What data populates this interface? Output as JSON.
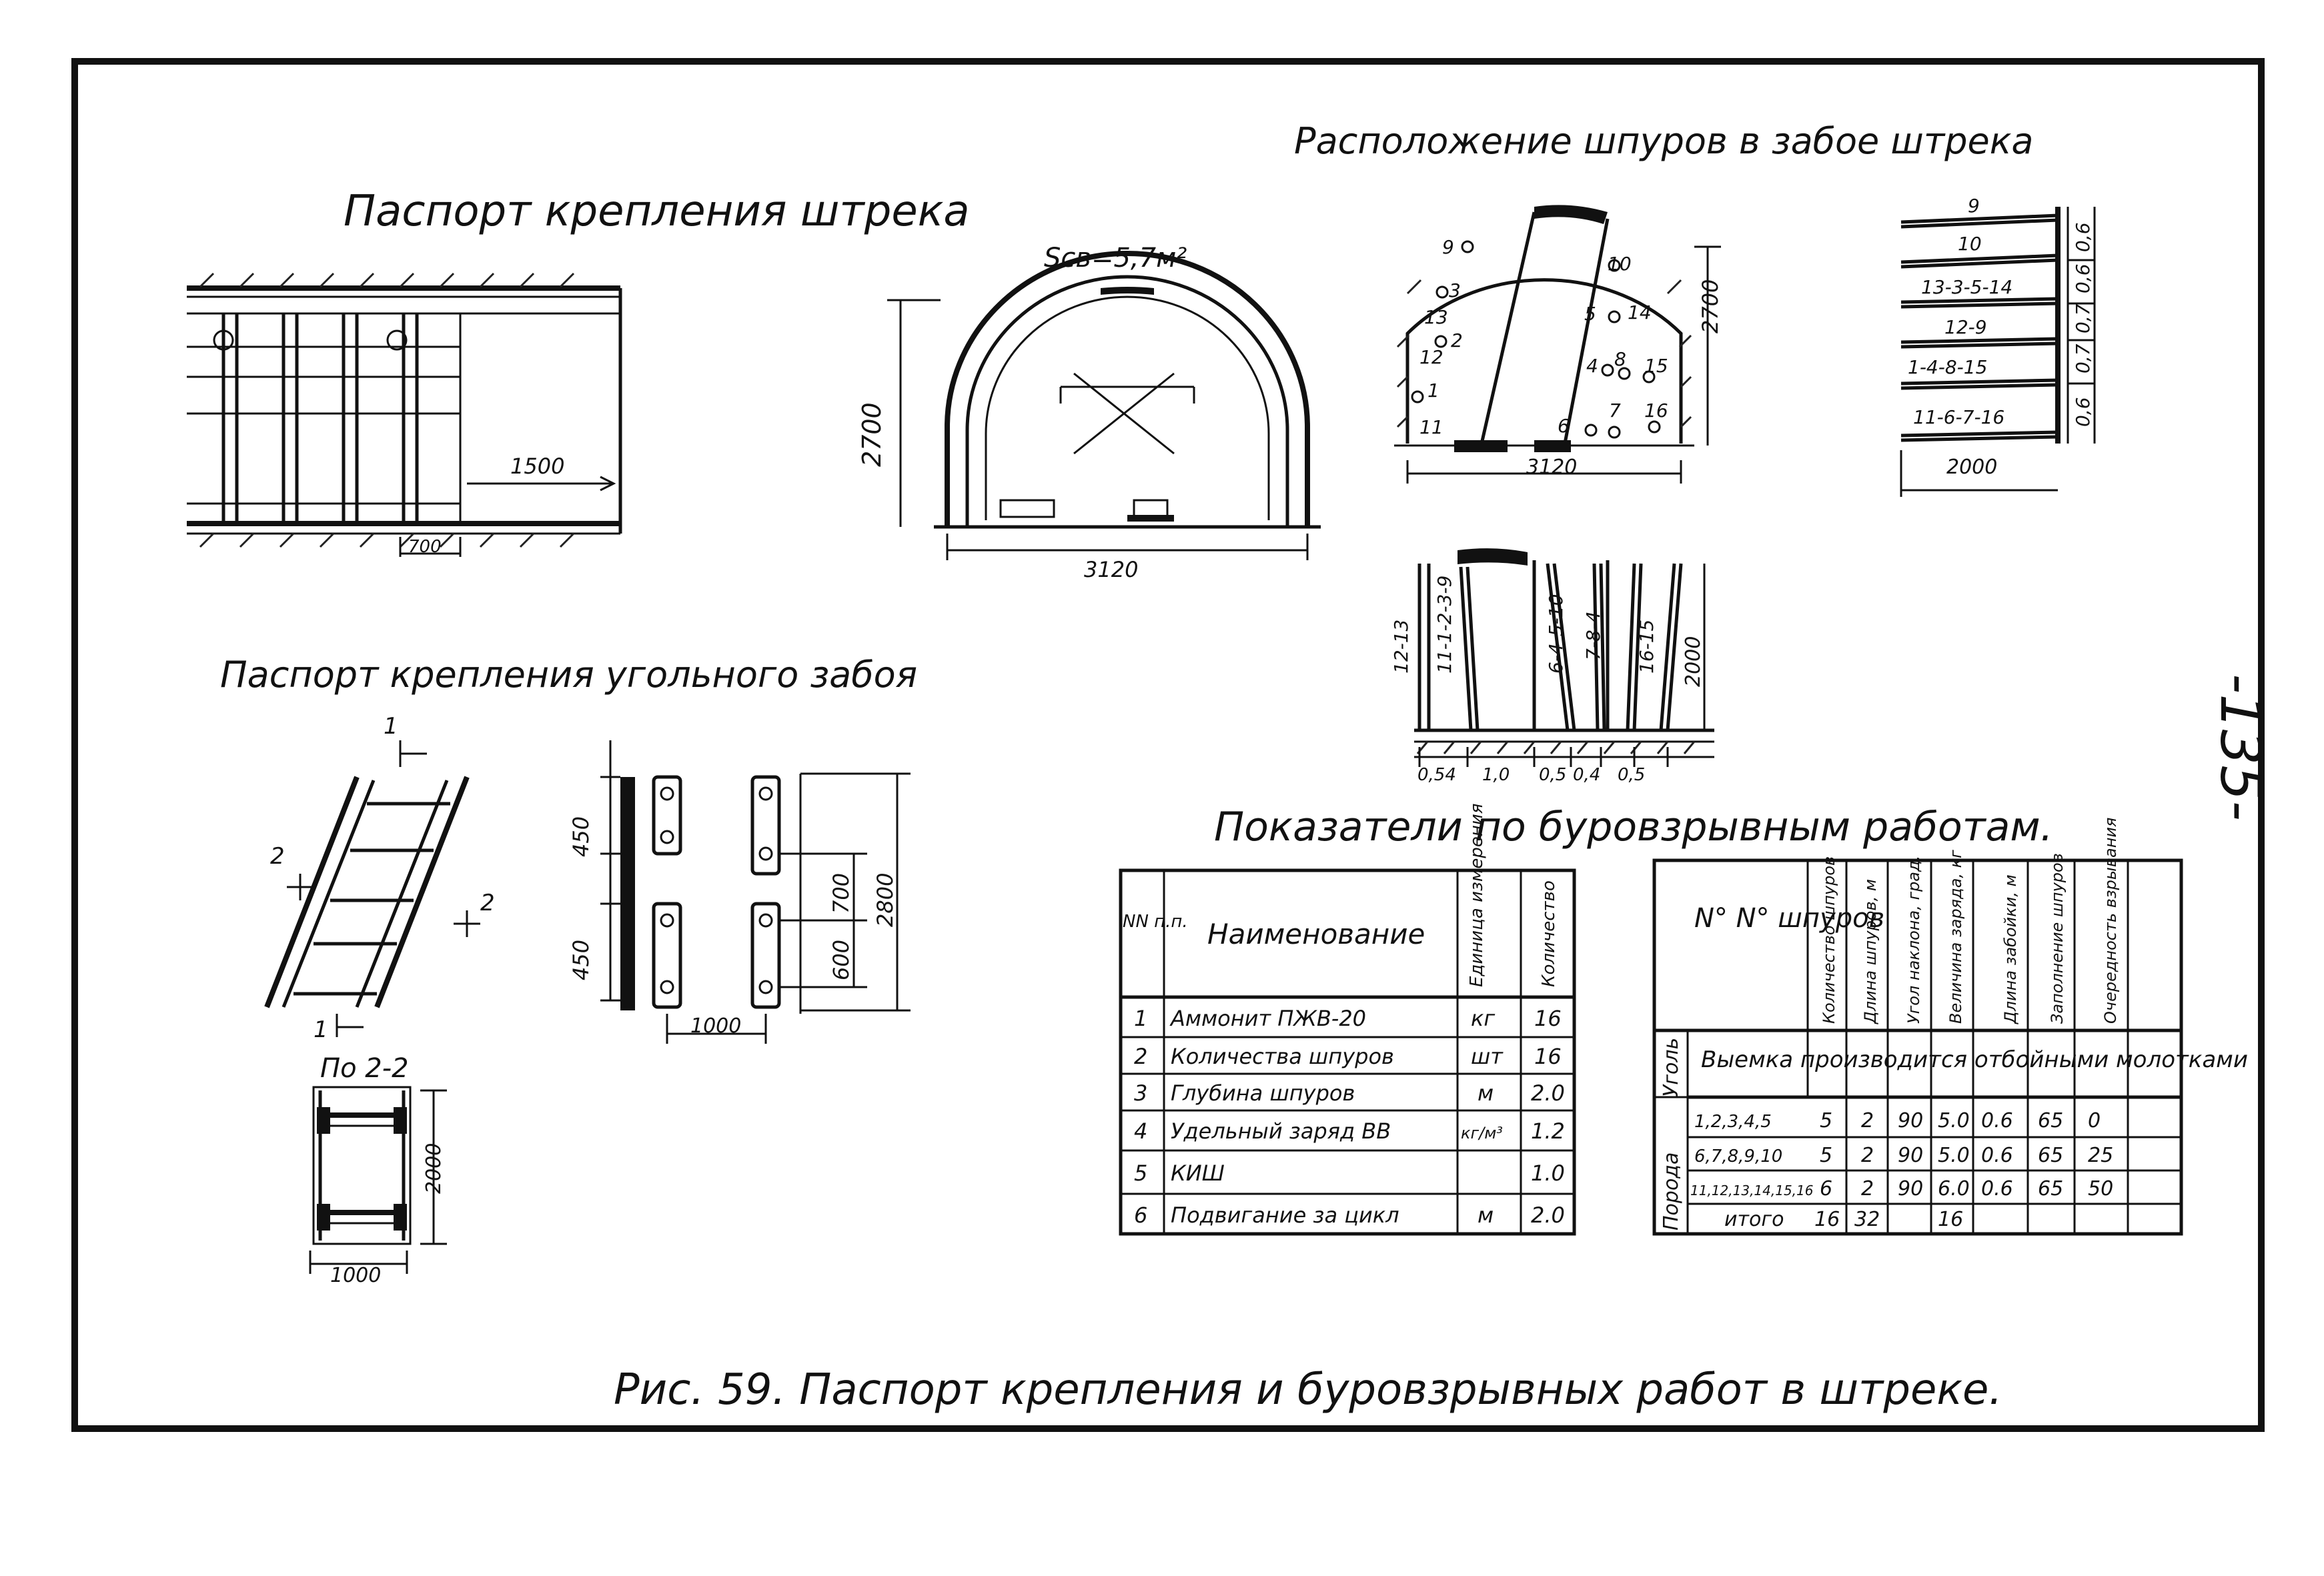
{
  "page": {
    "page_number": "-135-",
    "caption": "Рис. 59. Паспорт крепления и буровзрывных работ в штреке."
  },
  "drift_support": {
    "title": "Паспорт крепления штрека",
    "section_area": "Sсв=5,7м²",
    "dim_1500": "1500",
    "dim_700": "700",
    "dim_2700": "2700",
    "dim_3120": "3120"
  },
  "blast_layout": {
    "title": "Расположение шпуров в забое штрека",
    "face_dim_2700": "2700",
    "face_dim_3120": "3120",
    "holes": [
      "9",
      "3",
      "13",
      "2",
      "12",
      "1",
      "11",
      "10",
      "5",
      "14",
      "4",
      "8",
      "15",
      "16",
      "6",
      "7"
    ],
    "side_labels": [
      "9",
      "10",
      "13-3-5-14",
      "12-9",
      "1-4-8-15",
      "11-6-7-16"
    ],
    "side_dims": [
      "0,6",
      "0,6",
      "0,7",
      "0,7",
      "0,6"
    ],
    "side_length": "2000",
    "plan_labels": [
      "12-13",
      "11-1-2-3-9",
      "6-4-5-10",
      "7-8-4",
      "16-15"
    ],
    "plan_depth": "2000",
    "plan_spacings": [
      "0,54",
      "1,0",
      "0,5",
      "0,4",
      "0,5"
    ]
  },
  "coal_face_support": {
    "title": "Паспорт крепления угольного забоя",
    "cut_marks": [
      "1",
      "2",
      "2",
      "1"
    ],
    "section_label": "По 2-2",
    "dim_450_top": "450",
    "dim_450_bottom": "450",
    "dim_700": "700",
    "dim_600": "600",
    "dim_2800": "2800",
    "dim_1000": "1000",
    "sec_2000": "2000",
    "sec_1000": "1000"
  },
  "indicators": {
    "title": "Показатели по буровзрывным работам.",
    "table1": {
      "headers": [
        "NN п.п.",
        "Наименование",
        "Единица измерения",
        "Количество"
      ],
      "rows": [
        [
          "1",
          "Аммонит ПЖВ-20",
          "кг",
          "16"
        ],
        [
          "2",
          "Количества шпуров",
          "шт",
          "16"
        ],
        [
          "3",
          "Глубина шпуров",
          "м",
          "2.0"
        ],
        [
          "4",
          "Удельный заряд ВВ",
          "кг/м³",
          "1.2"
        ],
        [
          "5",
          "КИШ",
          "",
          "1.0"
        ],
        [
          "6",
          "Подвигание за цикл",
          "м",
          "2.0"
        ]
      ]
    },
    "table2": {
      "headers": [
        "N° N° шпуров",
        "Количество шпуров",
        "Длина шпуров, м",
        "Угол наклона, град.",
        "Величина заряда, кг",
        "Длина забойки, м",
        "Заполнение шпуров",
        "Очередность взрывания"
      ],
      "coal_label": "Уголь",
      "coal_note": "Выемка производится отбойными молотками",
      "rock_label": "Порода",
      "rows": [
        [
          "1,2,3,4,5",
          "5",
          "2",
          "90",
          "5.0",
          "0.6",
          "65",
          "0"
        ],
        [
          "6,7,8,9,10",
          "5",
          "2",
          "90",
          "5.0",
          "0.6",
          "65",
          "25"
        ],
        [
          "11,12,13,14,15,16",
          "6",
          "2",
          "90",
          "6.0",
          "0.6",
          "65",
          "50"
        ],
        [
          "итого",
          "16",
          "32",
          "",
          "16",
          "",
          "",
          ""
        ]
      ]
    }
  }
}
